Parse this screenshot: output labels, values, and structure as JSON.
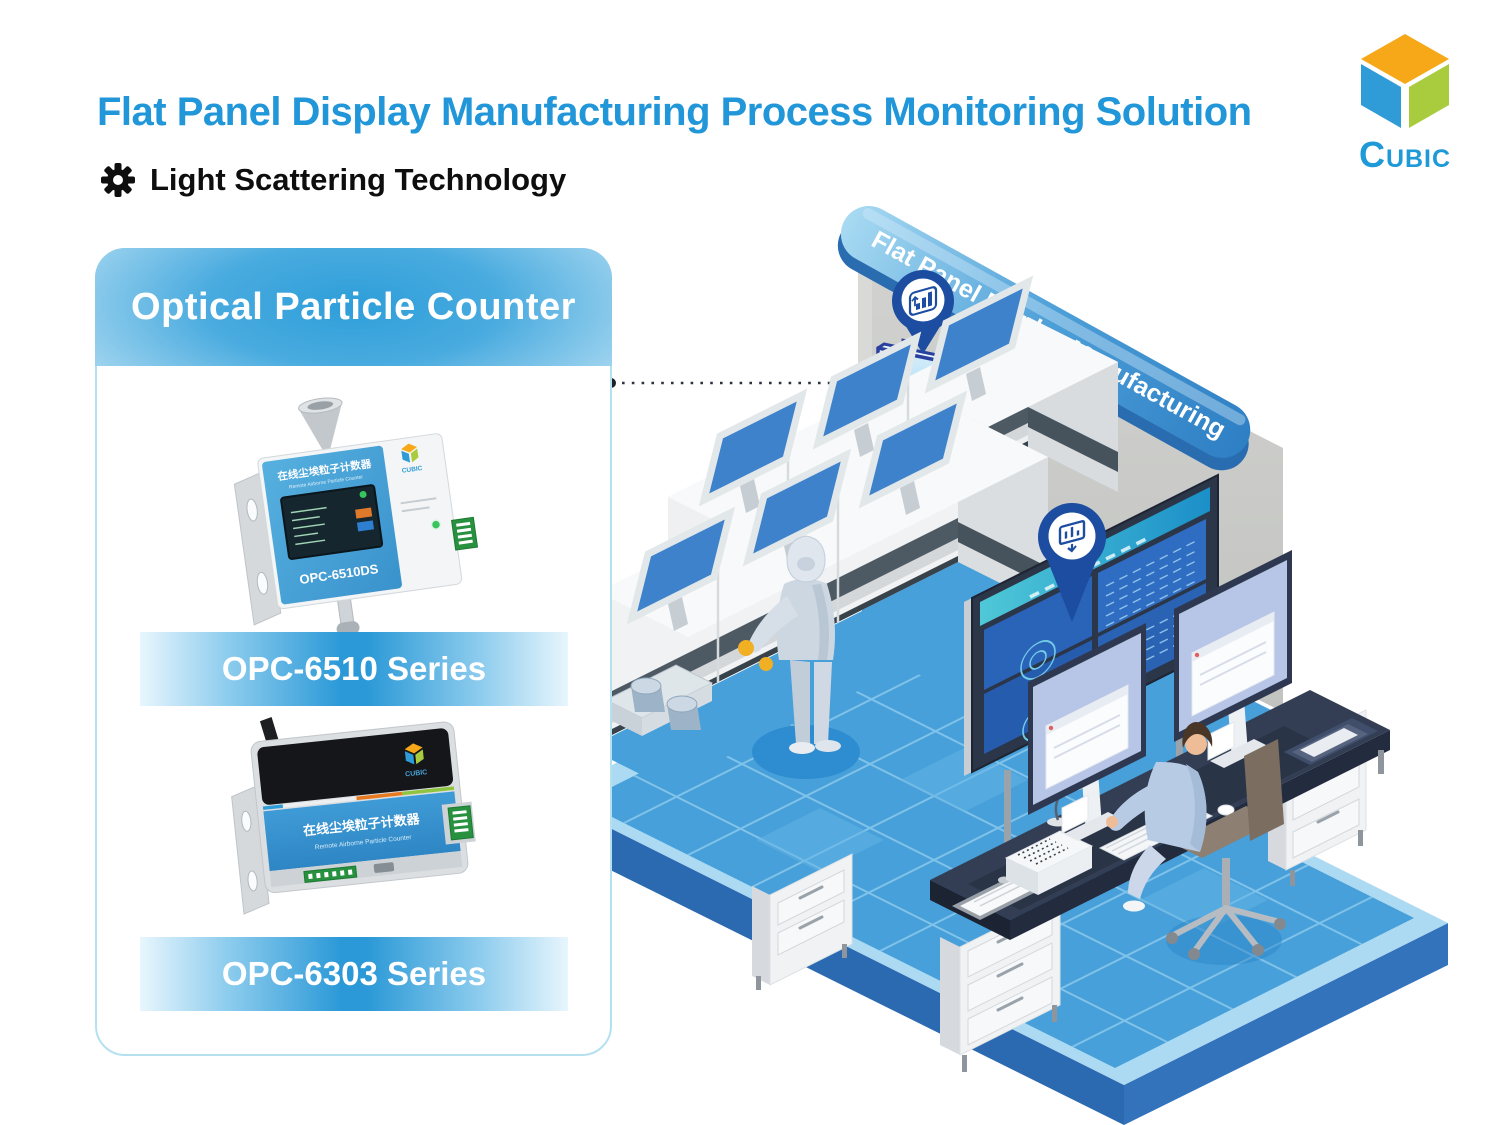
{
  "header": {
    "title": "Flat Panel Display Manufacturing Process Monitoring Solution",
    "subtitle": "Light Scattering Technology"
  },
  "logo": {
    "wordmark": "CUBIC",
    "wordmark_initial": "C",
    "wordmark_rest": "UBIC"
  },
  "panel": {
    "title": "Optical Particle Counter",
    "products": [
      {
        "series_label": "OPC-6510 Series",
        "model_label": "OPC-6510DS",
        "device_title_cn": "在线尘埃粒子计数器",
        "device_subtitle_en": "Remote Airborne Particle Counter"
      },
      {
        "series_label": "OPC-6303 Series",
        "device_title_cn": "在线尘埃粒子计数器",
        "device_subtitle_en": "Remote Airborne Particle Counter"
      }
    ]
  },
  "scene": {
    "wall_banner": "Flat Panel Display Manufacturing"
  },
  "colors": {
    "title_blue": "#2196d8",
    "brand_blue": "#1e9ad8",
    "logo_orange": "#f6a818",
    "logo_green": "#a8cc3e",
    "logo_cube_blue": "#2f9cd8",
    "panel_border": "#b5e0f0",
    "ribbon_blue": "#2b99d7",
    "banner_blue": "#3a8fd0",
    "pin_navy": "#1c4da1",
    "floor_tile_blue": "#47a0da",
    "floor_rim_blue": "#abdaf2",
    "floor_base_blue": "#2d6cb4",
    "wall_gray": "#c9cac6",
    "monitor_blue": "#3e82cc",
    "led_green": "#3bc45e",
    "glove_yellow": "#f1af24"
  }
}
